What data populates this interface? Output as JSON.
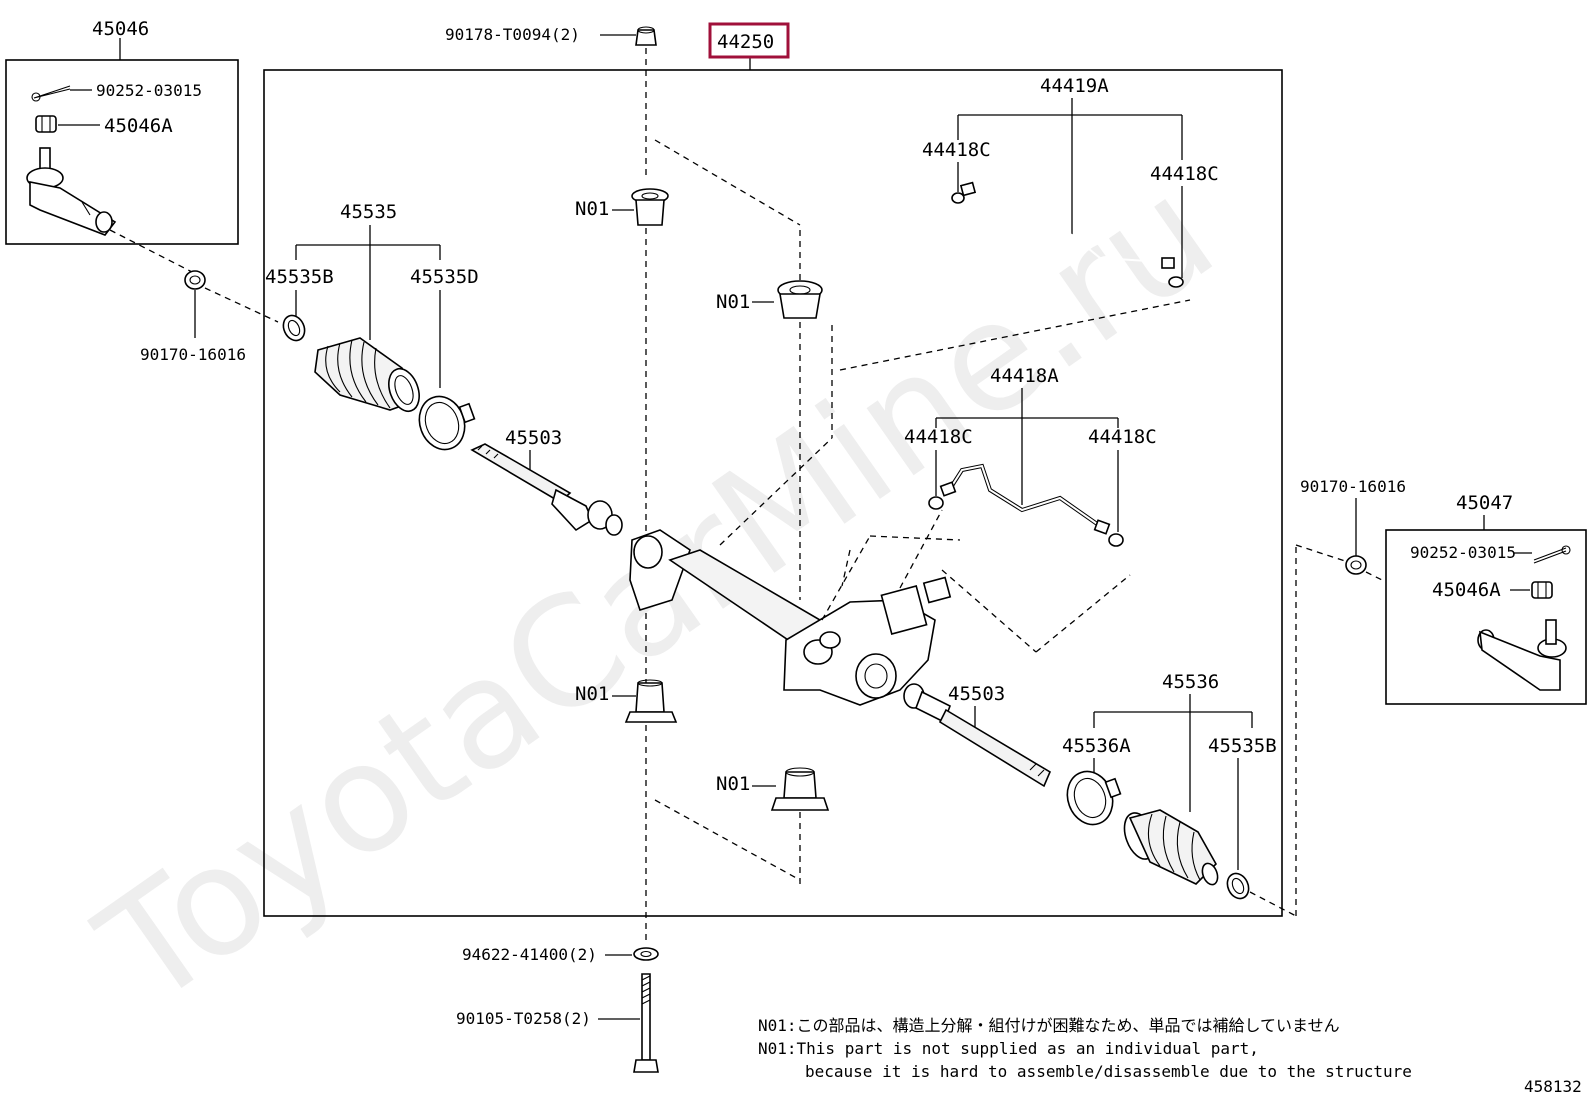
{
  "watermark": "ToyotaCarMine.ru",
  "highlight_part": "44250",
  "parts": {
    "p45046": "45046",
    "p90252_left": "90252-03015",
    "p45046A_left": "45046A",
    "p90170_left": "90170-16016",
    "p90178": "90178-T0094(2)",
    "p44250": "44250",
    "p45535": "45535",
    "p45535B_left": "45535B",
    "p45535D": "45535D",
    "p45503_left": "45503",
    "p44419A": "44419A",
    "p44418C_1": "44418C",
    "p44418C_2": "44418C",
    "p44418A": "44418A",
    "p44418C_3": "44418C",
    "p44418C_4": "44418C",
    "n01_1": "N01",
    "n01_2": "N01",
    "n01_3": "N01",
    "n01_4": "N01",
    "p45503_right": "45503",
    "p45536": "45536",
    "p45536A": "45536A",
    "p45535B_right": "45535B",
    "p90170_right": "90170-16016",
    "p45047": "45047",
    "p90252_right": "90252-03015",
    "p45046A_right": "45046A",
    "p94622": "94622-41400(2)",
    "p90105": "90105-T0258(2)"
  },
  "notes": {
    "line1": "N01:この部品は、構造上分解・組付けが困難なため、単品では補給していません",
    "line2": "N01:This part is not supplied as an individual part,",
    "line3": "because it is hard to assemble/disassemble due to the structure"
  },
  "diagram_id": "458132"
}
